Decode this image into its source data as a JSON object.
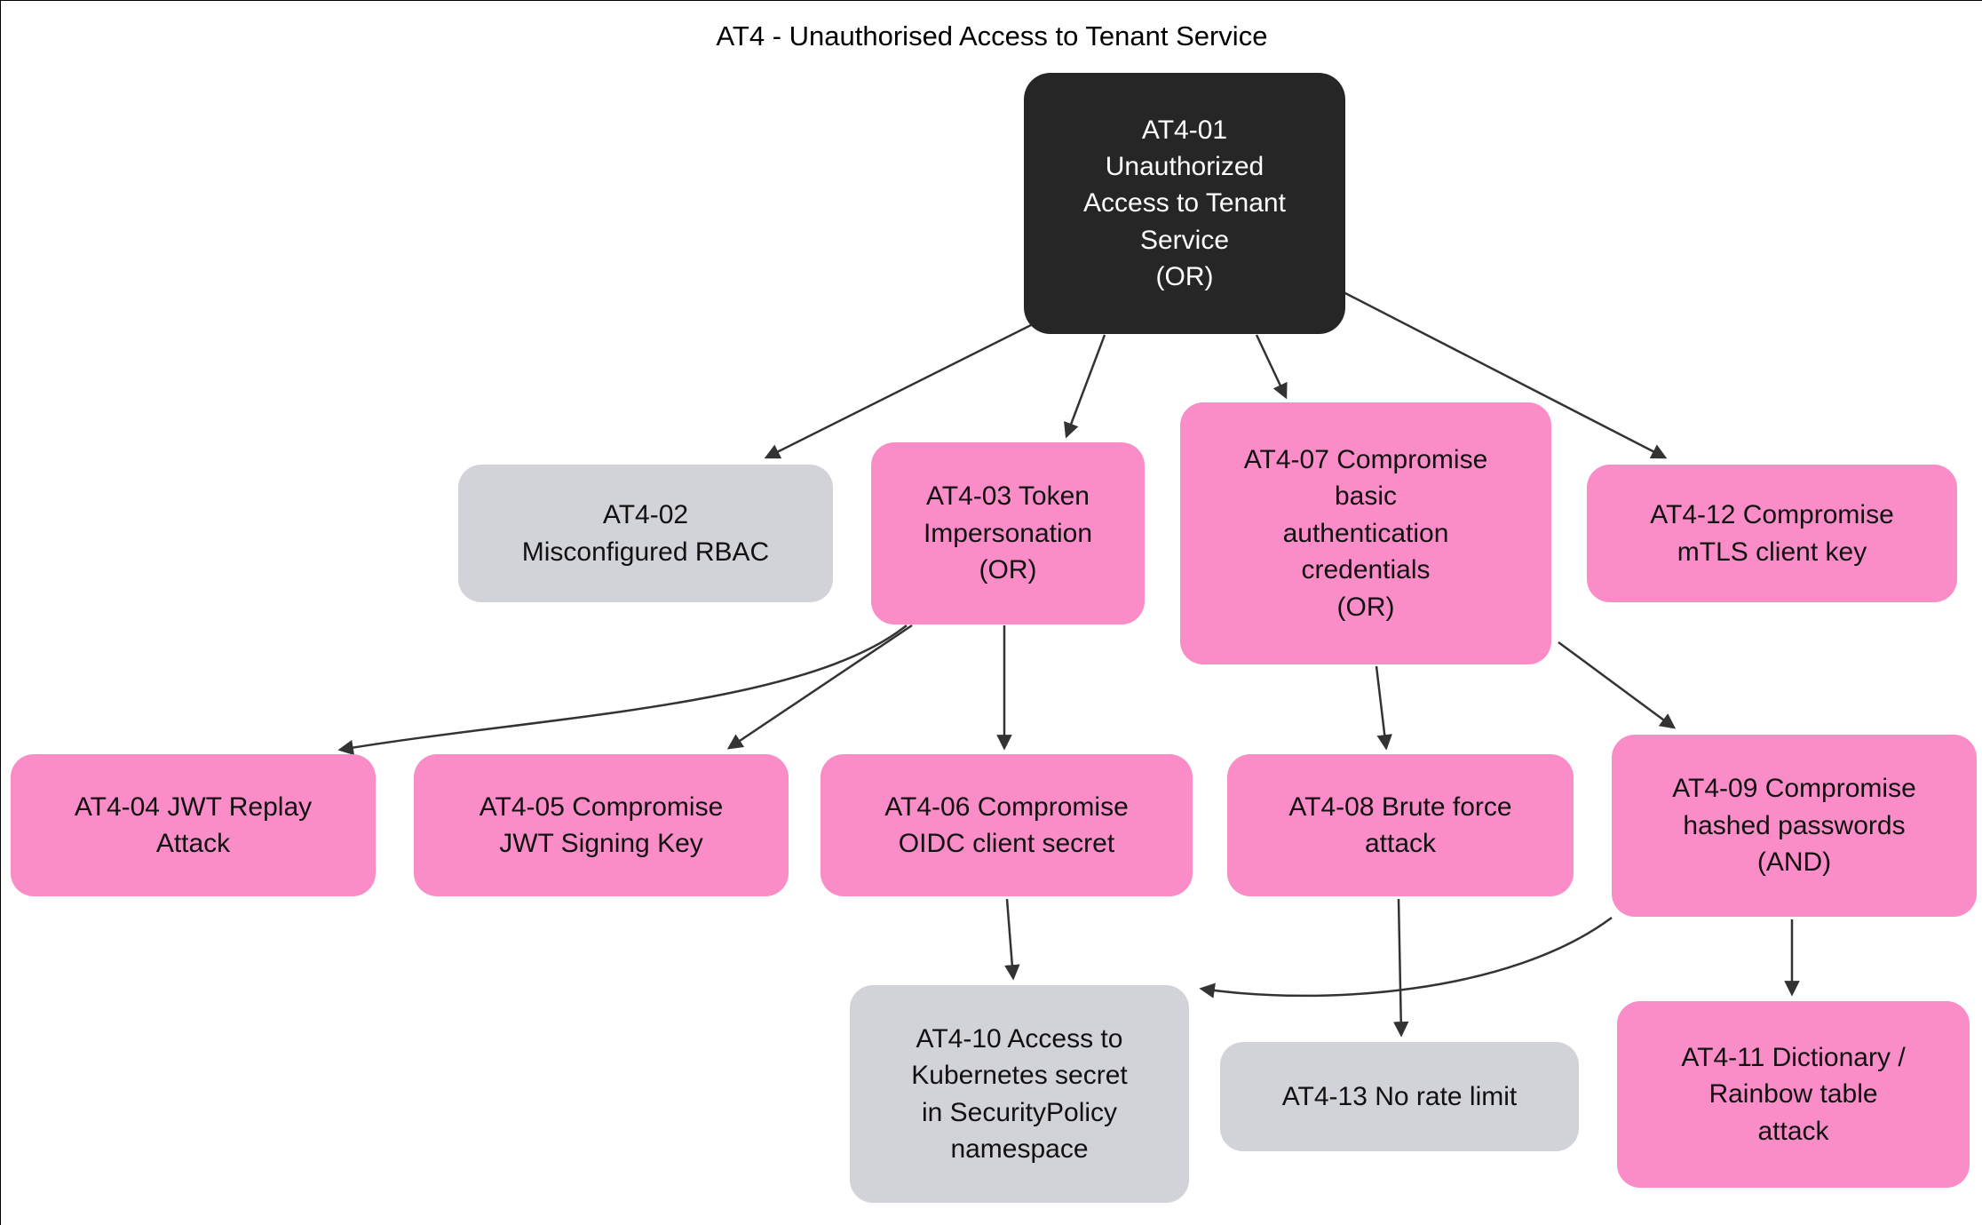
{
  "diagram": {
    "title": "AT4 - Unauthorised Access to Tenant Service",
    "colors": {
      "background": "#ffffff",
      "root-fill": "#262626",
      "root-text": "#ffffff",
      "pink-fill": "#fa8dc7",
      "gray-fill": "#d2d2d9",
      "node-text": "#111111",
      "edge": "#333333"
    },
    "nodes": {
      "at4_01": {
        "id": "AT4-01",
        "type": "root",
        "label": "AT4-01\nUnauthorized\nAccess to Tenant\nService\n(OR)"
      },
      "at4_02": {
        "id": "AT4-02",
        "type": "gray",
        "label": "AT4-02\nMisconfigured RBAC"
      },
      "at4_03": {
        "id": "AT4-03",
        "type": "pink",
        "label": "AT4-03 Token\nImpersonation\n(OR)"
      },
      "at4_07": {
        "id": "AT4-07",
        "type": "pink",
        "label": "AT4-07 Compromise\nbasic\nauthentication\ncredentials\n(OR)"
      },
      "at4_12": {
        "id": "AT4-12",
        "type": "pink",
        "label": "AT4-12 Compromise\nmTLS client key"
      },
      "at4_04": {
        "id": "AT4-04",
        "type": "pink",
        "label": "AT4-04 JWT Replay\nAttack"
      },
      "at4_05": {
        "id": "AT4-05",
        "type": "pink",
        "label": "AT4-05 Compromise\nJWT Signing Key"
      },
      "at4_06": {
        "id": "AT4-06",
        "type": "pink",
        "label": "AT4-06 Compromise\nOIDC client secret"
      },
      "at4_08": {
        "id": "AT4-08",
        "type": "pink",
        "label": "AT4-08 Brute force\nattack"
      },
      "at4_09": {
        "id": "AT4-09",
        "type": "pink",
        "label": "AT4-09 Compromise\nhashed passwords\n(AND)"
      },
      "at4_10": {
        "id": "AT4-10",
        "type": "gray",
        "label": "AT4-10 Access to\nKubernetes secret\nin SecurityPolicy\nnamespace"
      },
      "at4_13": {
        "id": "AT4-13",
        "type": "gray",
        "label": "AT4-13 No rate limit"
      },
      "at4_11": {
        "id": "AT4-11",
        "type": "pink",
        "label": "AT4-11 Dictionary /\nRainbow table\nattack"
      }
    },
    "edges": [
      {
        "from": "AT4-01",
        "to": "AT4-02"
      },
      {
        "from": "AT4-01",
        "to": "AT4-03"
      },
      {
        "from": "AT4-01",
        "to": "AT4-07"
      },
      {
        "from": "AT4-01",
        "to": "AT4-12"
      },
      {
        "from": "AT4-03",
        "to": "AT4-04"
      },
      {
        "from": "AT4-03",
        "to": "AT4-05"
      },
      {
        "from": "AT4-03",
        "to": "AT4-06"
      },
      {
        "from": "AT4-07",
        "to": "AT4-08"
      },
      {
        "from": "AT4-07",
        "to": "AT4-09"
      },
      {
        "from": "AT4-06",
        "to": "AT4-10"
      },
      {
        "from": "AT4-08",
        "to": "AT4-13"
      },
      {
        "from": "AT4-09",
        "to": "AT4-10"
      },
      {
        "from": "AT4-09",
        "to": "AT4-11"
      }
    ]
  }
}
